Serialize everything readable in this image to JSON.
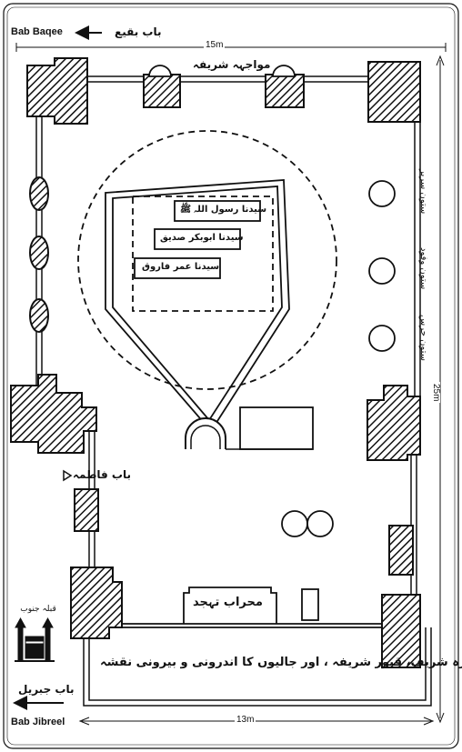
{
  "gates": {
    "bab_baqee_en": "Bab Baqee",
    "bab_baqee_ur": "باب بقیع",
    "bab_fatima_ur": "باب فاطمہ",
    "bab_jibreel_en": "Bab Jibreel",
    "bab_jibreel_ur": "باب جبریل"
  },
  "dimensions": {
    "top_width": "15m",
    "side_length": "25m",
    "bottom_width": "13m"
  },
  "labels": {
    "muwajaha_sharifa": "مواجہہ شریفہ",
    "tomb_prophet": "سیدنا رسول اللہ ﷺ",
    "tomb_abu_bakr": "سیدنا ابوبکر صدیق",
    "tomb_umar": "سیدنا عمر فاروق",
    "mihrab_tahajjud": "محراب تہجد",
    "qibla_south": "قبلہ جنوب",
    "caption": "حجرہ شریف، قبور شریفہ ، اور جالیوں کا اندرونی و بیرونی نقشہ",
    "pillar_1": "ستون سریر",
    "pillar_2": "ستون وفود",
    "pillar_3": "ستون حرس"
  },
  "colors": {
    "ink": "#111111",
    "paper": "#ffffff"
  }
}
